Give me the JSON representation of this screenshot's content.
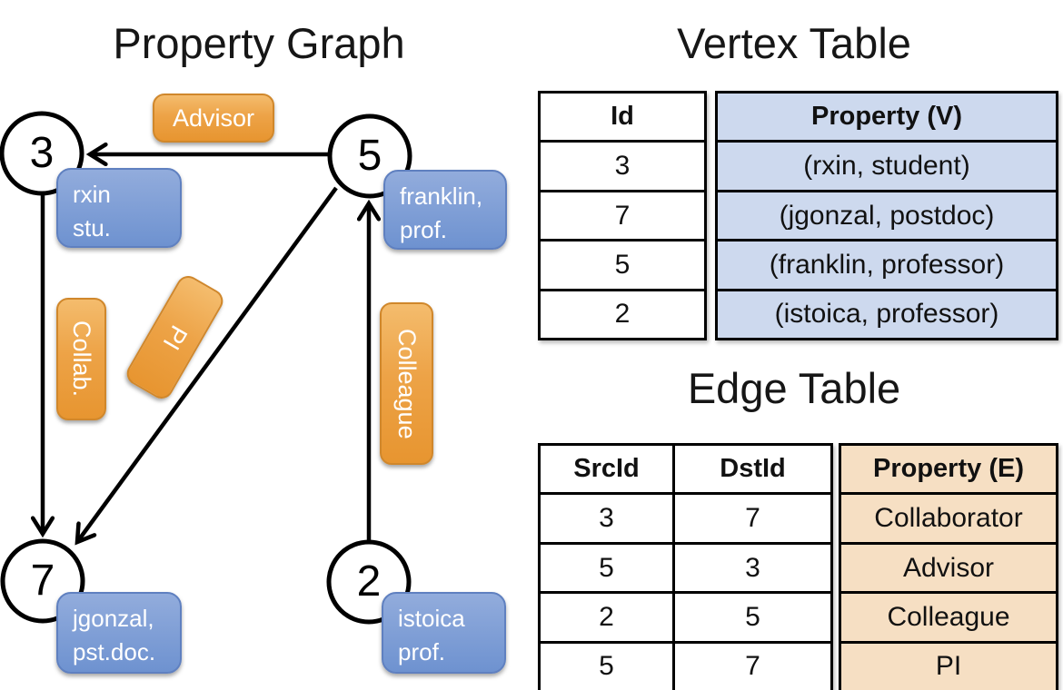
{
  "graph": {
    "title": "Property Graph",
    "nodes": {
      "n3": {
        "id": "3",
        "line1": "rxin",
        "line2": "stu."
      },
      "n5": {
        "id": "5",
        "line1": "franklin,",
        "line2": "prof."
      },
      "n7": {
        "id": "7",
        "line1": "jgonzal,",
        "line2": "pst.doc."
      },
      "n2": {
        "id": "2",
        "line1": "istoica",
        "line2": "prof."
      }
    },
    "edge_labels": {
      "advisor": "Advisor",
      "collab": "Collab.",
      "pi": "PI",
      "colleague": "Colleague"
    }
  },
  "vertex_table": {
    "title": "Vertex Table",
    "columns": {
      "id": "Id",
      "property": "Property (V)"
    },
    "rows": [
      {
        "id": "3",
        "property": "(rxin, student)"
      },
      {
        "id": "7",
        "property": "(jgonzal, postdoc)"
      },
      {
        "id": "5",
        "property": "(franklin, professor)"
      },
      {
        "id": "2",
        "property": "(istoica, professor)"
      }
    ]
  },
  "edge_table": {
    "title": "Edge Table",
    "columns": {
      "src": "SrcId",
      "dst": "DstId",
      "property": "Property (E)"
    },
    "rows": [
      {
        "src": "3",
        "dst": "7",
        "property": "Collaborator"
      },
      {
        "src": "5",
        "dst": "3",
        "property": "Advisor"
      },
      {
        "src": "2",
        "dst": "5",
        "property": "Colleague"
      },
      {
        "src": "5",
        "dst": "7",
        "property": "PI"
      }
    ]
  },
  "colors": {
    "vertex_property_fill": "#cdd9ee",
    "edge_property_fill": "#f6dfc3",
    "node_label_blue": "#7b9cd4",
    "edge_label_orange": "#eda23f"
  }
}
